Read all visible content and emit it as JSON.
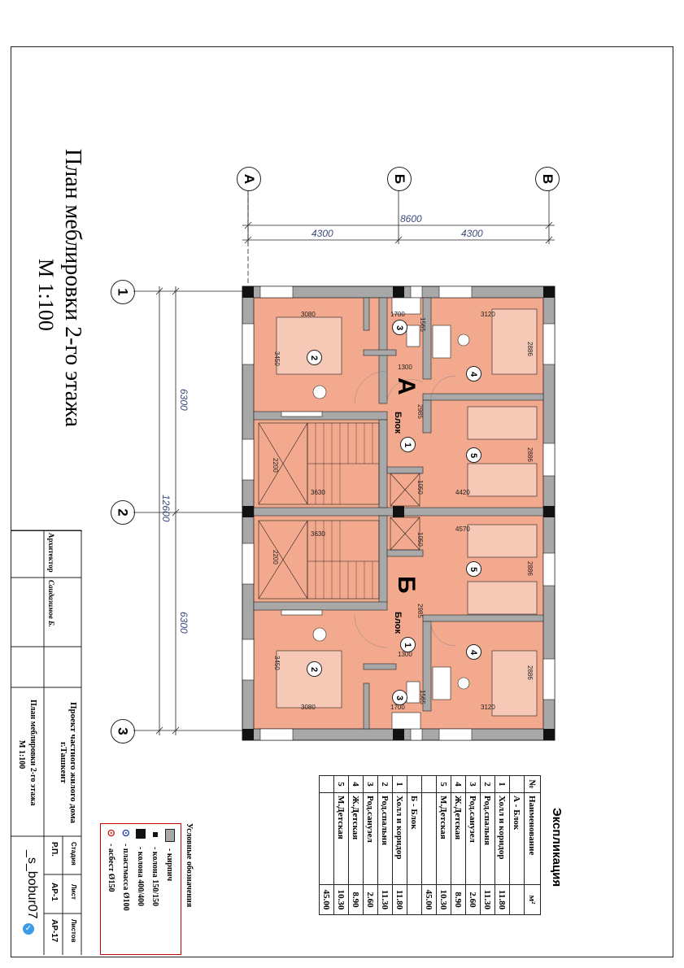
{
  "drawing_title": "План меблировки 2-го этажа",
  "scale": "М 1:100",
  "axes_letters": [
    "А",
    "Б",
    "В"
  ],
  "axes_numbers": [
    "1",
    "2",
    "3"
  ],
  "dims_top": {
    "total": "8600",
    "left": "4300",
    "right": "4300"
  },
  "dims_left": {
    "total": "12600",
    "upper": "6300",
    "lower": "6300"
  },
  "block_a": {
    "letter": "А",
    "label": "Блок"
  },
  "block_b": {
    "letter": "Б",
    "label": "Блок"
  },
  "room_dims": {
    "a_3080": "3080",
    "a_3450": "3450",
    "a_1700": "1700",
    "a_1565": "1565",
    "a_1300": "1300",
    "a_3120": "3120",
    "a_2886a": "2886",
    "a_2985": "2985",
    "a_2886b": "2886",
    "a_2200": "2200",
    "a_3630": "3630",
    "a_1050": "1050",
    "a_4420": "4420",
    "b_4570": "4570",
    "b_1050": "1050",
    "b_3630": "3630",
    "b_2200": "2200",
    "b_2886a": "2886",
    "b_2985": "2985",
    "b_1300": "1300",
    "b_3450": "3450",
    "b_2886b": "2886",
    "b_1565": "1565",
    "b_3080": "3080",
    "b_1700": "1700",
    "b_3120": "3120"
  },
  "room_numbers_a": [
    "1",
    "2",
    "3",
    "4",
    "5"
  ],
  "room_numbers_b": [
    "1",
    "2",
    "3",
    "4",
    "5"
  ],
  "legend": {
    "title": "Условные обозначения",
    "items": [
      "- кирпич",
      "- колона 150/150",
      "- колона 400/400",
      "- пластмасса Ø100",
      "- асбест Ø150"
    ]
  },
  "explication": {
    "title": "Экспликация",
    "col_no": "№",
    "col_name": "Наименование",
    "col_area": "м²",
    "block_a_title": "А - Блок",
    "block_a_rows": [
      {
        "n": "1",
        "name": "Холл и коридор",
        "area": "11.80"
      },
      {
        "n": "2",
        "name": "Род.спальня",
        "area": "11.30"
      },
      {
        "n": "3",
        "name": "Род.санузел",
        "area": "2.60"
      },
      {
        "n": "4",
        "name": "Ж.Детская",
        "area": "8.90"
      },
      {
        "n": "5",
        "name": "М.Детская",
        "area": "10.30"
      }
    ],
    "block_a_total": "45.00",
    "block_b_title": "Б - Блок",
    "block_b_rows": [
      {
        "n": "1",
        "name": "Холл и коридор",
        "area": "11.80"
      },
      {
        "n": "2",
        "name": "Род.спальня",
        "area": "11.30"
      },
      {
        "n": "3",
        "name": "Род.санузел",
        "area": "2.60"
      },
      {
        "n": "4",
        "name": "Ж.Детская",
        "area": "8.90"
      },
      {
        "n": "5",
        "name": "М.Детская",
        "area": "10.30"
      }
    ],
    "block_b_total": "45.00"
  },
  "title_block": {
    "role": "Архитектор",
    "person": "Саидазимов Б.",
    "project": "Проект частного жилого дома г.Ташкент",
    "sheet_title": "План меблировки 2-го этажа",
    "sheet_scale": "М 1:100",
    "stage_label": "Стадия",
    "sheet_label": "Лист",
    "sheets_label": "Листов",
    "stage": "Р.П.",
    "sheet": "АР-1",
    "sheets": "АР-17",
    "author_tag": "_s_bobur07"
  },
  "colors": {
    "floor": "#f3a98d",
    "wall": "#a8a8a8",
    "line": "#222222",
    "dim_blue": "#3a4a7a"
  }
}
